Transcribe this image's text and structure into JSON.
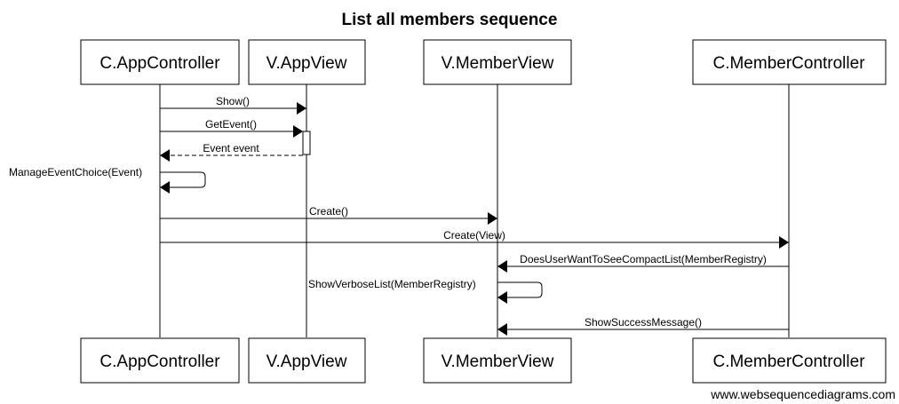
{
  "diagram": {
    "title": "List all members sequence",
    "footer": "www.websequencediagrams.com",
    "participants": [
      "C.AppController",
      "V.AppView",
      "V.MemberView",
      "C.MemberController"
    ],
    "messages": [
      {
        "from": 0,
        "to": 1,
        "label": "Show()",
        "style": "solid"
      },
      {
        "from": 0,
        "to": 1,
        "label": "GetEvent()",
        "style": "solid"
      },
      {
        "from": 1,
        "to": 0,
        "label": "Event event",
        "style": "dashed"
      },
      {
        "from": 0,
        "to": 0,
        "label": "ManageEventChoice(Event)",
        "style": "self"
      },
      {
        "from": 0,
        "to": 2,
        "label": "Create()",
        "style": "solid"
      },
      {
        "from": 0,
        "to": 3,
        "label": "Create(View)",
        "style": "solid"
      },
      {
        "from": 3,
        "to": 2,
        "label": "DoesUserWantToSeeCompactList(MemberRegistry)",
        "style": "solid"
      },
      {
        "from": 2,
        "to": 2,
        "label": "ShowVerboseList(MemberRegistry)",
        "style": "self"
      },
      {
        "from": 3,
        "to": 2,
        "label": "ShowSuccessMessage()",
        "style": "solid"
      }
    ]
  }
}
